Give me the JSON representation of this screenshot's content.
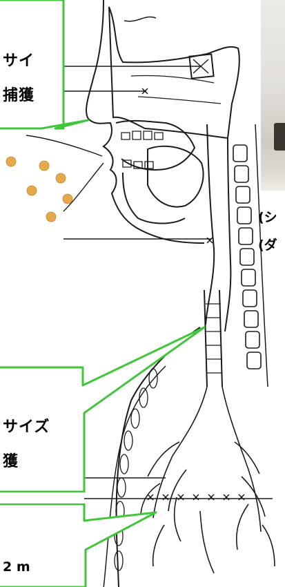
{
  "callouts": {
    "top_line1": "サイ",
    "top_line2": "捕獲",
    "mid_line1": "サイズ",
    "mid_line2": "獲"
  },
  "side_note": {
    "line1": "(シ",
    "line2": "(ダ"
  },
  "bottom_text": "2 m",
  "colors": {
    "callout_border": "#3fc63a",
    "particle": "#e3a94a",
    "line": "#1a1a1a",
    "fill": "#ffffff"
  }
}
